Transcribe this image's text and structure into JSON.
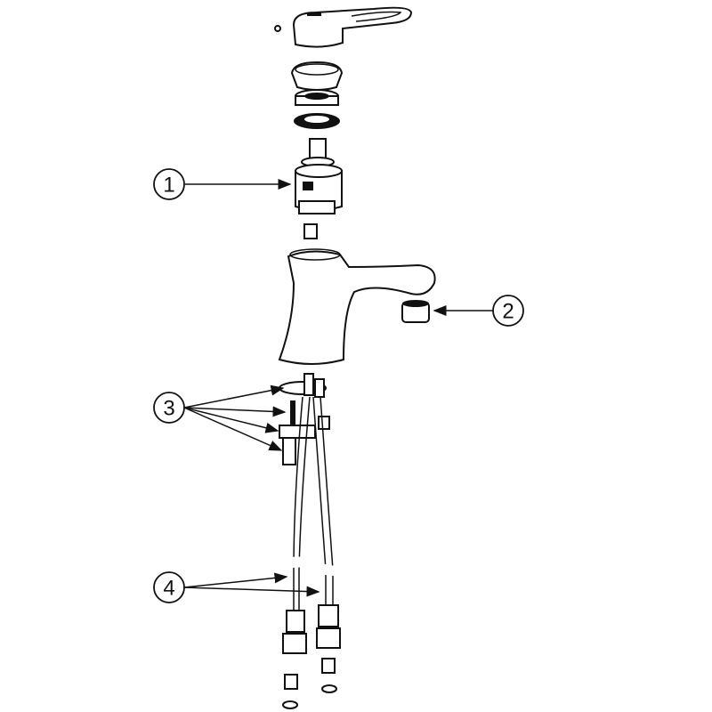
{
  "diagram": {
    "callouts": [
      {
        "number": "1",
        "part": "cartridge"
      },
      {
        "number": "2",
        "part": "aerator"
      },
      {
        "number": "3",
        "part": "mounting-kit"
      },
      {
        "number": "4",
        "part": "flexible-hoses"
      }
    ],
    "colors": {
      "line": "#111111",
      "background": "#ffffff"
    }
  }
}
